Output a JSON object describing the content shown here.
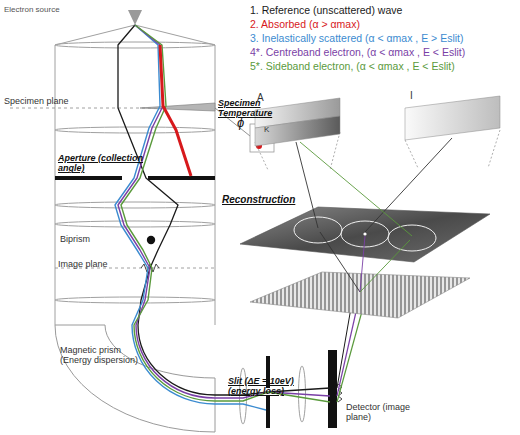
{
  "diagram": {
    "labels": [
      "Electron source",
      "Specimen plane",
      "Specimen Temperature",
      "K",
      "Aperture (collection angle)",
      "Biprism",
      "Image plane",
      "Magnetic prism (Energy dispersion)",
      "Slit (ΔE = 10eV) (energy loss)",
      "Detector (image plane)",
      "Reconstruction",
      "ϕ",
      "A",
      "I"
    ],
    "legend": [
      {
        "text": "1. Reference (unscattered) wave",
        "color": "#1a1a1a"
      },
      {
        "text": "2. Absorbed (α > αmax)",
        "color": "#d7191c"
      },
      {
        "text": "3. Inelastically scattered (α < αmax , E > Eslit)",
        "color": "#3b8bd0"
      },
      {
        "text": "4*. Centreband electron, (α < αmax , E < Eslit)",
        "color": "#7a3fa6"
      },
      {
        "text": "5*. Sideband electron, (α < αmax , E < Eslit)",
        "color": "#5a9a3c"
      }
    ]
  }
}
